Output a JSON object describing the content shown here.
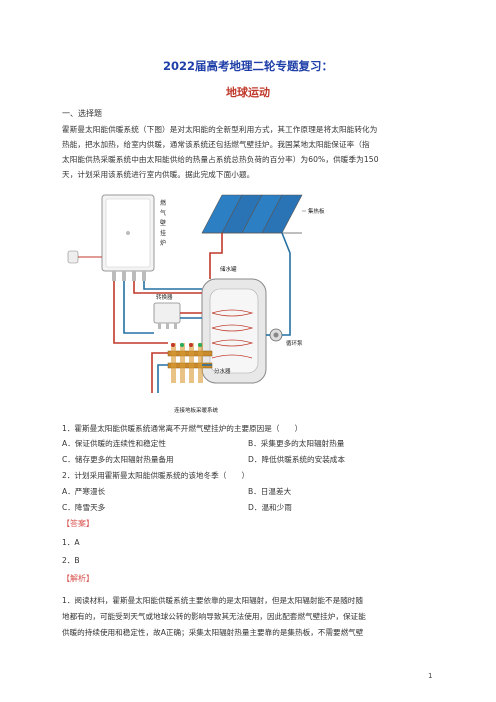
{
  "header": {
    "title": "2022届高考地理二轮专题复习：",
    "subtitle": "地球运动"
  },
  "section": {
    "heading": "一、选择题"
  },
  "intro": {
    "lines": [
      "霍斯曼太阳能供暖系统（下图）是对太阳能的全新型利用方式，其工作原理是将太阳能转化为",
      "热能，把水加热，给室内供暖，通常该系统还包括燃气壁挂炉。我国某地太阳能保证率（指",
      "太阳能供热采暖系统中由太阳能供给的热量占系统总热负荷的百分率）为60%，供暖季为150",
      "天，计划采用该系统进行室内供暖。据此完成下面小题。"
    ]
  },
  "figure": {
    "boiler_label": [
      "燃",
      "气",
      "壁",
      "挂",
      "炉"
    ],
    "labels": {
      "collector": "集热板",
      "tank": "储水罐",
      "pump": "循环泵",
      "exchanger": "转换器",
      "manifold": "分水器",
      "floor_loop": "连接地板采暖系统"
    }
  },
  "questions": [
    {
      "stem": "1．霍斯曼太阳能供暖系统通常离不开燃气壁挂炉的主要原因是（　　）",
      "options": [
        "A．保证供暖的连续性和稳定性",
        "B．采集更多的太阳辐射热量",
        "C．储存更多的太阳辐射热量备用",
        "D．降低供暖系统的安装成本"
      ]
    },
    {
      "stem": "2．计划采用霍斯曼太阳能供暖系统的该地冬季（　　）",
      "options": [
        "A．严寒漫长",
        "B．日温差大",
        "C．降雪天多",
        "D．温和少雨"
      ]
    }
  ],
  "answer": {
    "heading": "【答案】",
    "items": [
      "1．A",
      "2．B"
    ]
  },
  "explanation": {
    "heading": "【解析】",
    "lines": [
      "1．阅读材料，霍斯曼太阳能供暖系统主要依靠的是太阳辐射，但是太阳辐射能不是随时随",
      "地都有的，可能受到天气或地球公转的影响导致其无法使用，因此配套燃气壁挂炉，保证能",
      "供暖的持续使用和稳定性，故A正确；采集太阳辐射热量主要靠的是集热板，不需要燃气壁"
    ]
  },
  "footer": {
    "page_number": "1"
  },
  "colors": {
    "title": "#1f3fa8",
    "subtitle": "#c0392b",
    "tag": "#d9534f"
  }
}
